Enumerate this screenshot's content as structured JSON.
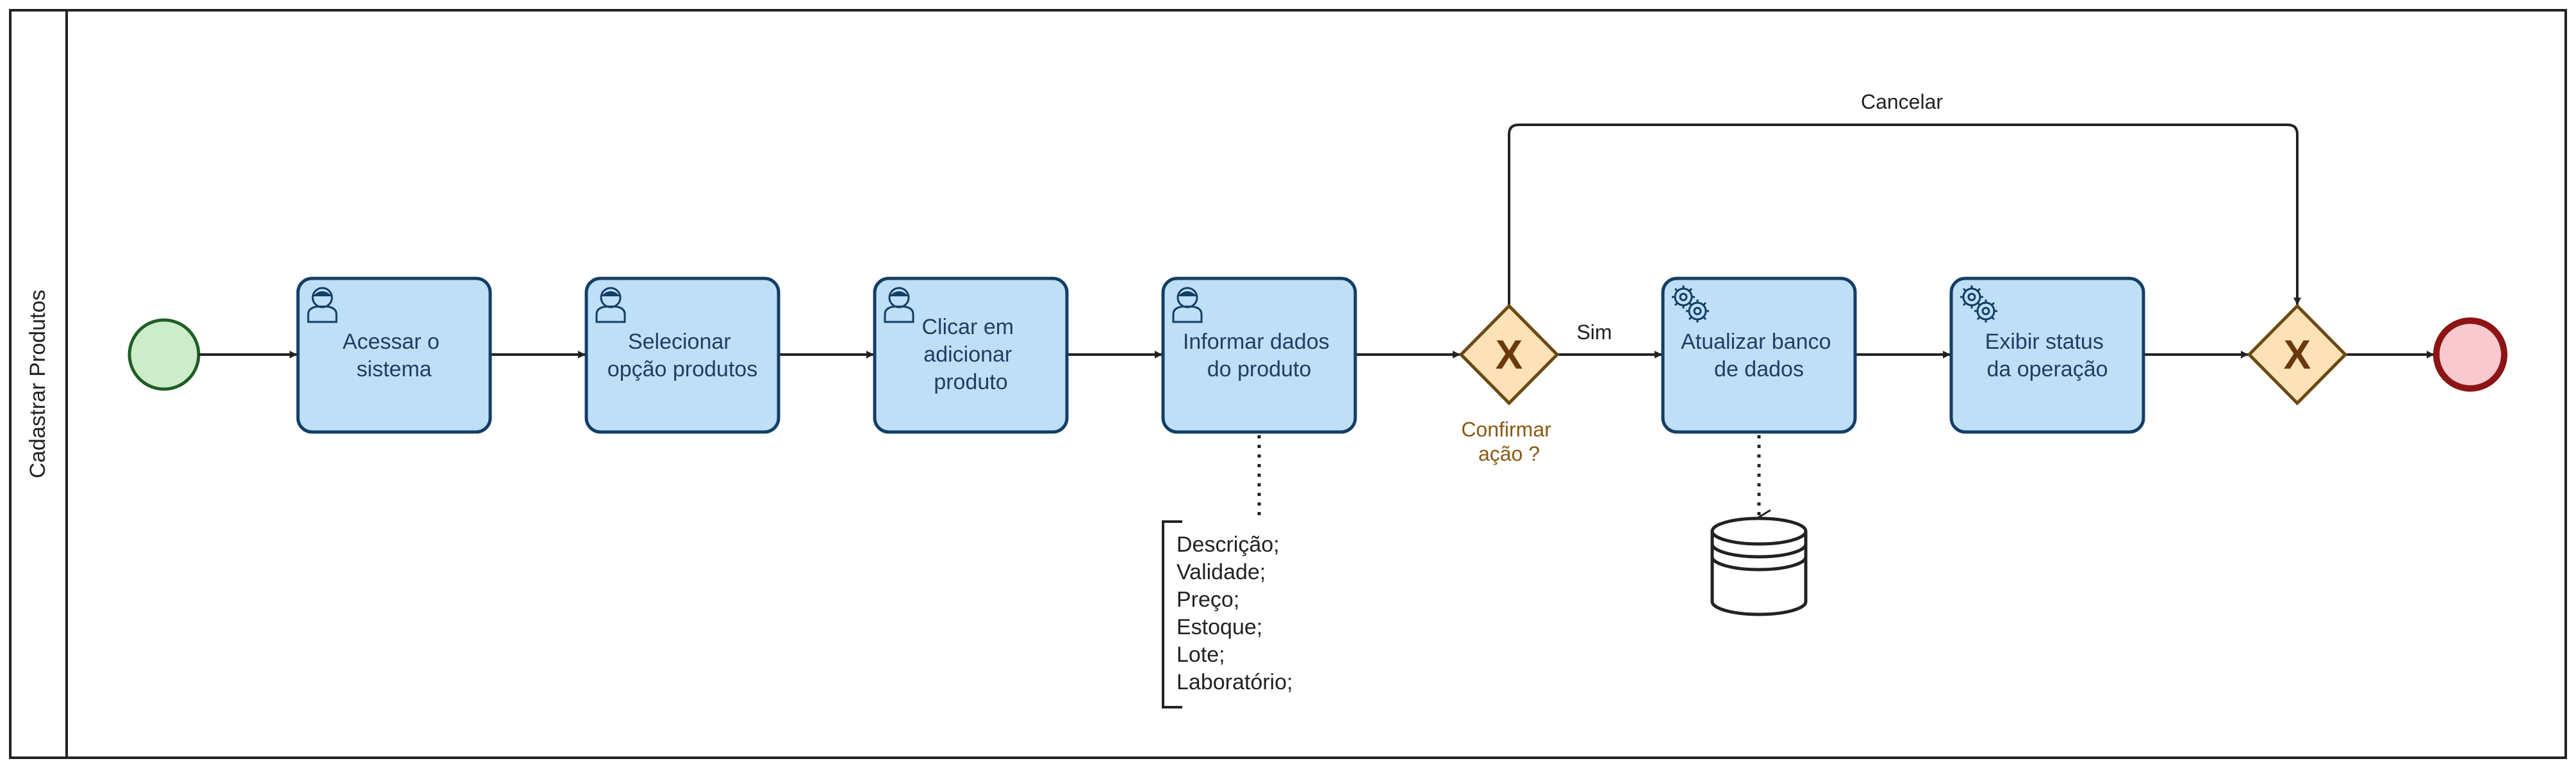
{
  "lane": {
    "label": "Cadastrar Produtos"
  },
  "tasks": [
    {
      "lines": [
        "Acessar o",
        "sistema"
      ],
      "kind": "user"
    },
    {
      "lines": [
        "Selecionar",
        "opção produtos"
      ],
      "kind": "user"
    },
    {
      "lines": [
        "Clicar em",
        "adicionar",
        "produto"
      ],
      "kind": "user"
    },
    {
      "lines": [
        "Informar dados",
        "do produto"
      ],
      "kind": "user"
    },
    {
      "lines": [
        "Atualizar banco",
        "de dados"
      ],
      "kind": "service"
    },
    {
      "lines": [
        "Exibir status",
        "da operação"
      ],
      "kind": "service"
    }
  ],
  "gateway": {
    "symbol": "X",
    "question_lines": [
      "Confirmar",
      "ação ?"
    ]
  },
  "merge_gateway": {
    "symbol": "X"
  },
  "flows": {
    "yes_label": "Sim",
    "cancel_label": "Cancelar"
  },
  "annotation": {
    "lines": [
      "Descrição;",
      "Validade;",
      "Preço;",
      "Estoque;",
      "Lote;",
      "Laboratório;"
    ]
  },
  "colors": {
    "task_fill": "#bfdff7",
    "task_stroke": "#123e66",
    "start_fill": "#cdeccb",
    "start_stroke": "#1f5e24",
    "end_fill": "#f8c9cf",
    "end_stroke": "#8c1414",
    "gateway_fill": "#fde2b8",
    "gateway_stroke": "#6b4a12",
    "line": "#222222"
  }
}
